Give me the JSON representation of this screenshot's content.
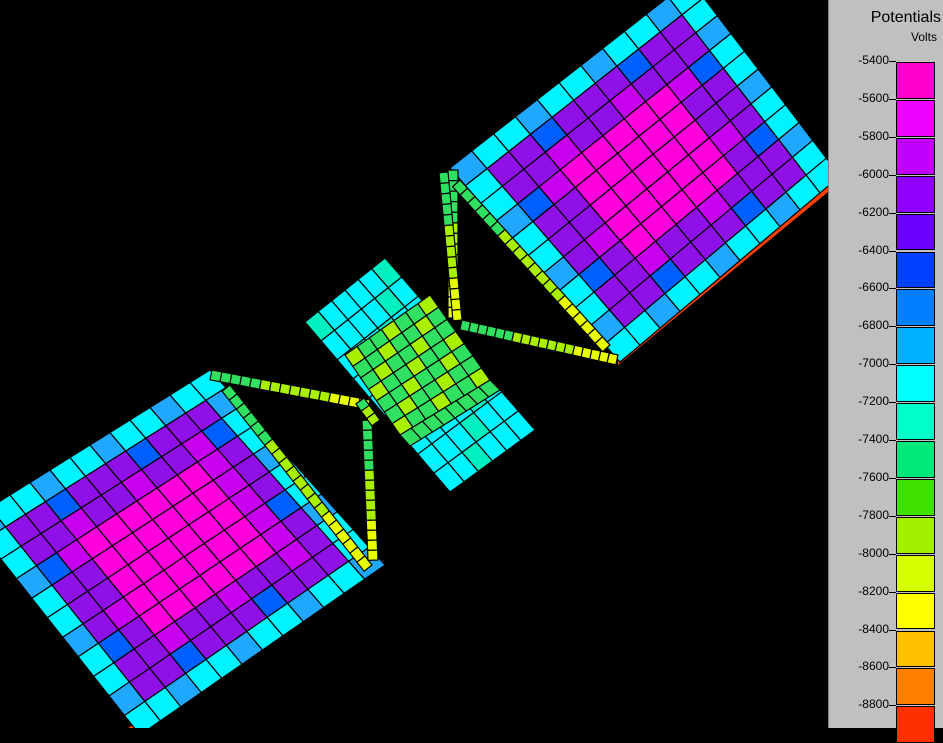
{
  "legend": {
    "title": "Potentials",
    "unit": "Volts",
    "ticks": [
      "-5400",
      "-5600",
      "-5800",
      "-6000",
      "-6200",
      "-6400",
      "-6600",
      "-6800",
      "-7000",
      "-7200",
      "-7400",
      "-7600",
      "-7800",
      "-8000",
      "-8200",
      "-8400",
      "-8600",
      "-8800"
    ],
    "colors": [
      "#ff00cc",
      "#ee00ff",
      "#c000ff",
      "#9000ff",
      "#6a00ff",
      "#0040ff",
      "#0080ff",
      "#00b0ff",
      "#00ffff",
      "#00ffc8",
      "#00e87a",
      "#40e000",
      "#a0f000",
      "#d8ff00",
      "#ffff00",
      "#ffc000",
      "#ff8000",
      "#ff3000"
    ]
  },
  "palette": {
    "magenta": "#ff00dd",
    "violet": "#c800f0",
    "purple": "#9010e8",
    "blue": "#0060ff",
    "sky": "#20a8ff",
    "cyan": "#00f4ff",
    "teal": "#00f0c0",
    "green": "#30e060",
    "lime": "#a8f000",
    "yellow": "#e8ff00",
    "edge": "#ff4000"
  }
}
